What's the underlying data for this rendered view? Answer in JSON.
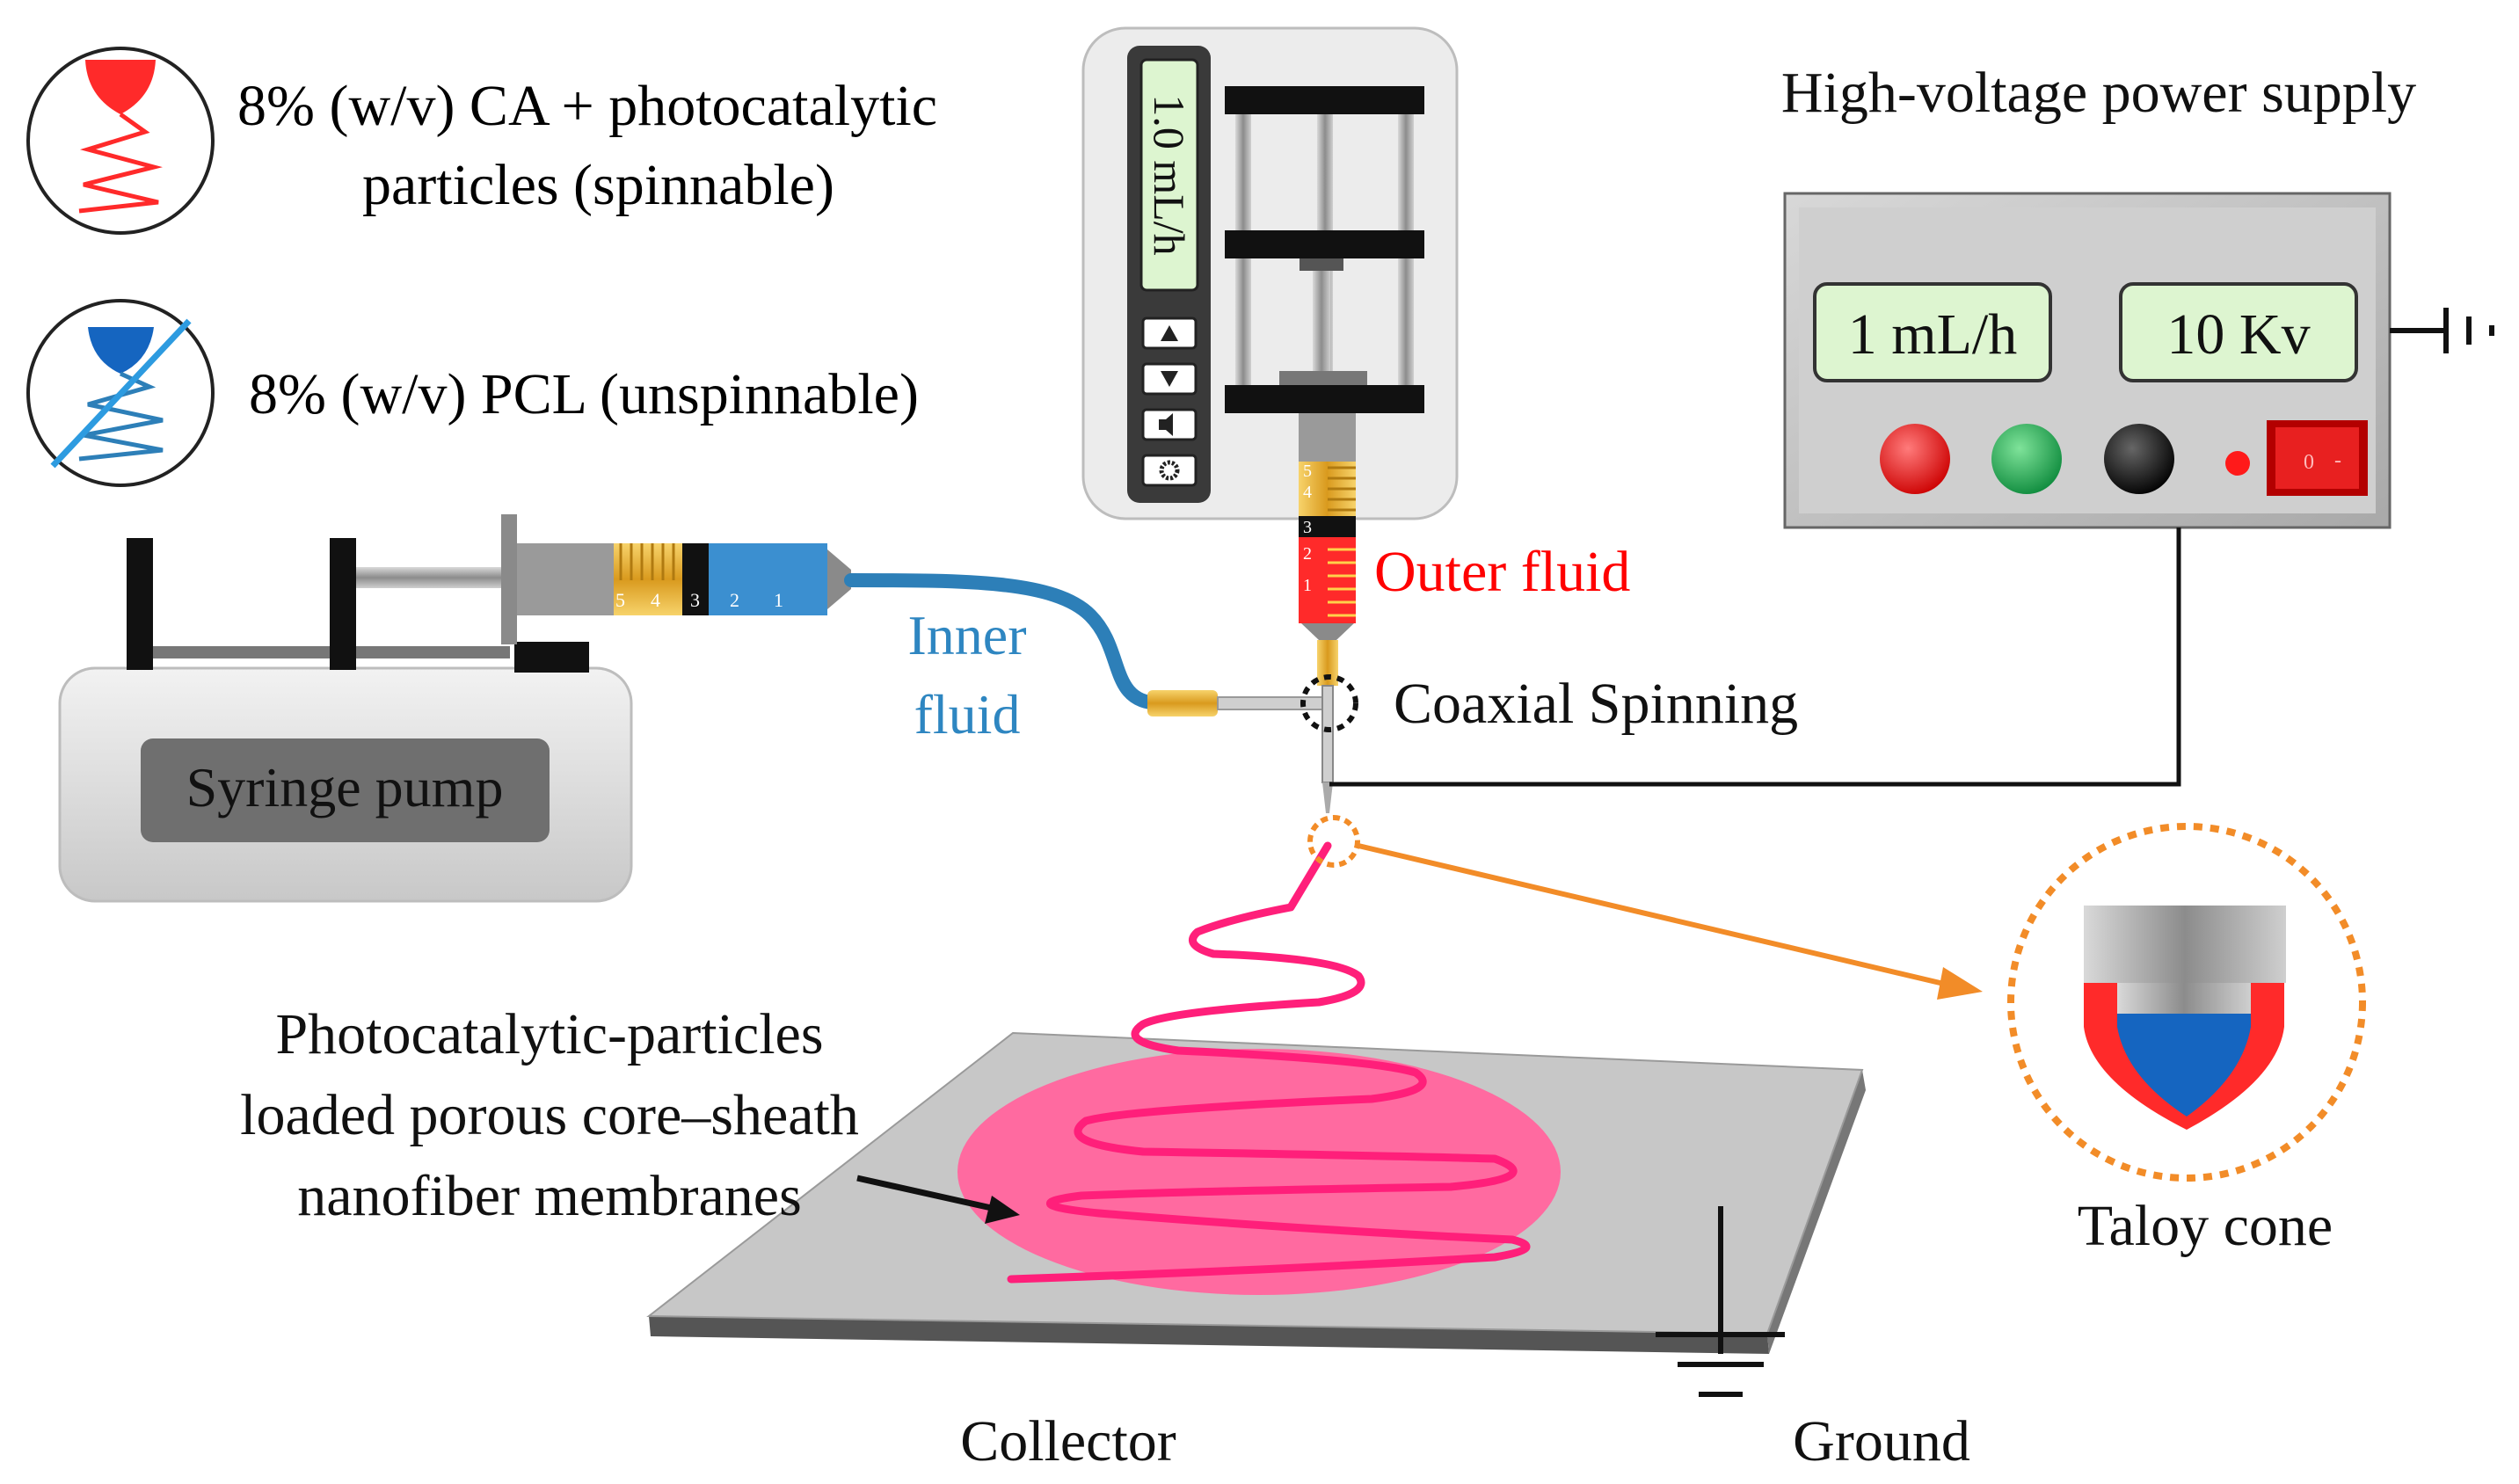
{
  "legend": {
    "spinnable": {
      "line1": "8% (w/v) CA + photocatalytic",
      "line2": "particles (spinnable)"
    },
    "unspinnable": {
      "line1": "8% (w/v) PCL (unspinnable)"
    }
  },
  "pump_display": {
    "flow": "1.0 mL/h"
  },
  "syringe_pump": {
    "label": "Syringe pump"
  },
  "power_supply": {
    "title": "High-voltage power supply",
    "display_flow": "1 mL/h",
    "display_voltage": "10 Kv",
    "switch_off_symbol": "0",
    "switch_on_symbol": "-"
  },
  "labels": {
    "inner_fluid_1": "Inner",
    "inner_fluid_2": "fluid",
    "outer_fluid": "Outer fluid",
    "coaxial": "Coaxial Spinning",
    "membrane_1": "Photocatalytic-particles",
    "membrane_2": "loaded porous core–sheath",
    "membrane_3": "nanofiber membranes",
    "cone": "Taloy cone",
    "collector": "Collector",
    "ground": "Ground"
  },
  "scale_marks": [
    "5",
    "4",
    "3",
    "2",
    "1"
  ],
  "colors": {
    "sheath_red": "#ff2a2a",
    "core_blue": "#1565c0",
    "tube_blue": "#2d7fb8",
    "fiber_pink": "#ff1f7a",
    "membrane_pink": "#ff6aa0",
    "callout_orange": "#f28c28",
    "lcd_green": "#ddf5d0",
    "inner_label": "#2e86c1",
    "outer_label": "#ff0000"
  }
}
